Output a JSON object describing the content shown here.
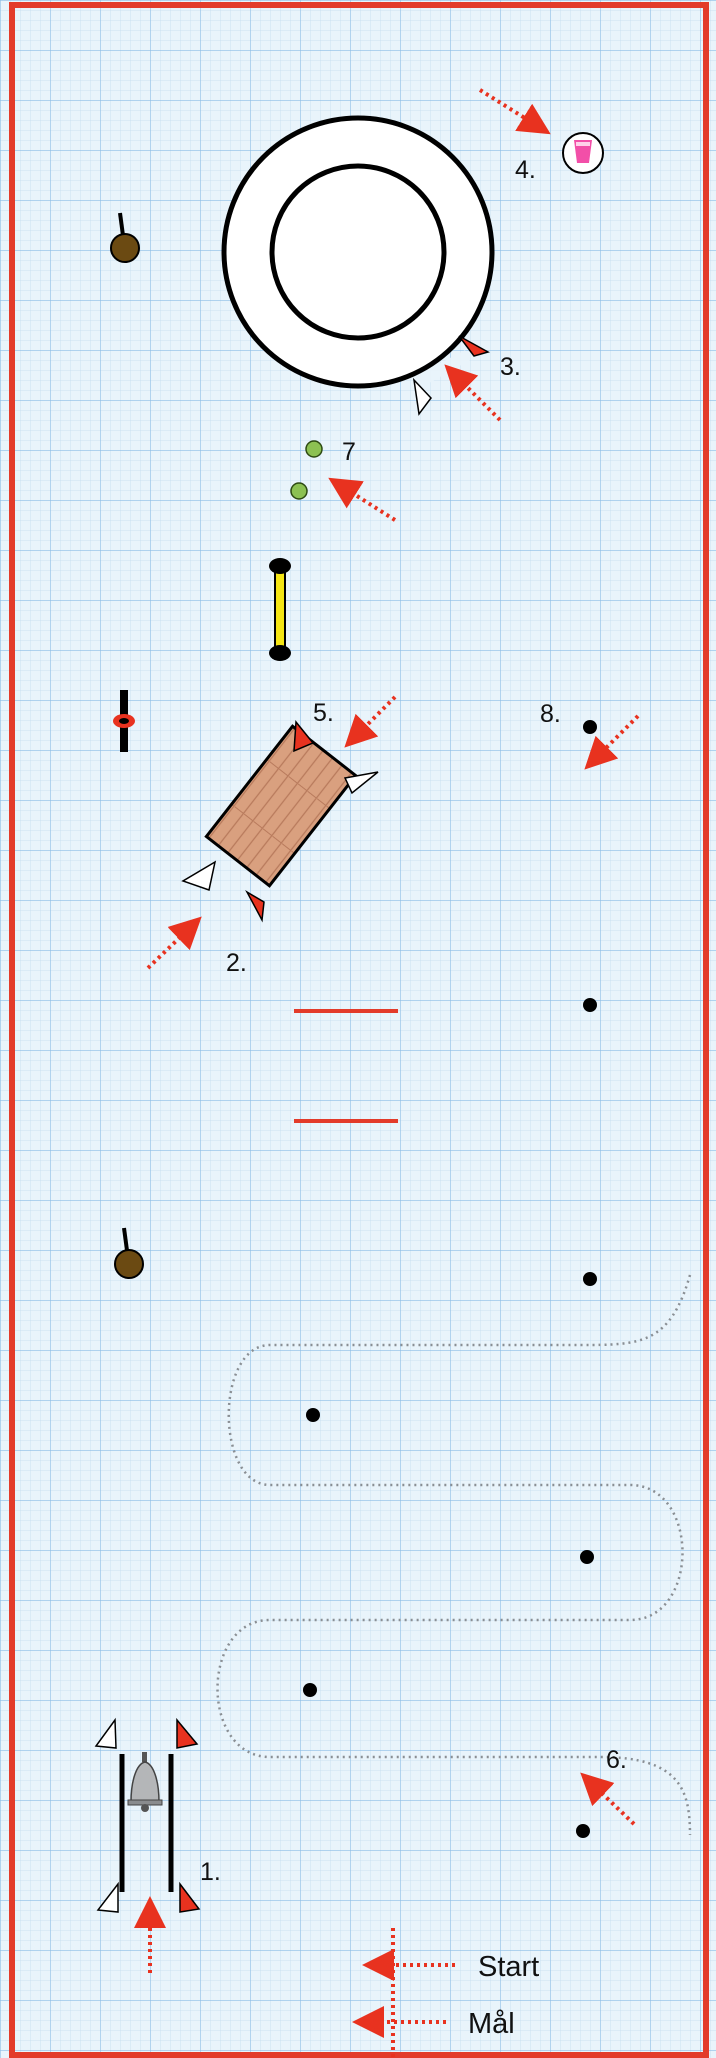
{
  "course": {
    "labels": {
      "station_1": "1.",
      "station_2": "2.",
      "station_3": "3.",
      "station_4": "4.",
      "station_5": "5.",
      "station_6": "6.",
      "station_7": "7",
      "station_8": "8."
    },
    "start_label": "Start",
    "finish_label": "Mål"
  },
  "colors": {
    "border": "#e33b2a",
    "grid_minor": "#c4ddf0",
    "grid_major": "#8cbde6",
    "paper": "#e9f4fb",
    "arrow": "#e8321f",
    "pylon": "#5c3b0d",
    "cone_green": "#8cc152",
    "pole_yellow": "#f5e614",
    "plank": "#d9a07f"
  },
  "icons": [
    "bell-icon",
    "cup-icon",
    "pylon-icon",
    "cone-icon"
  ]
}
